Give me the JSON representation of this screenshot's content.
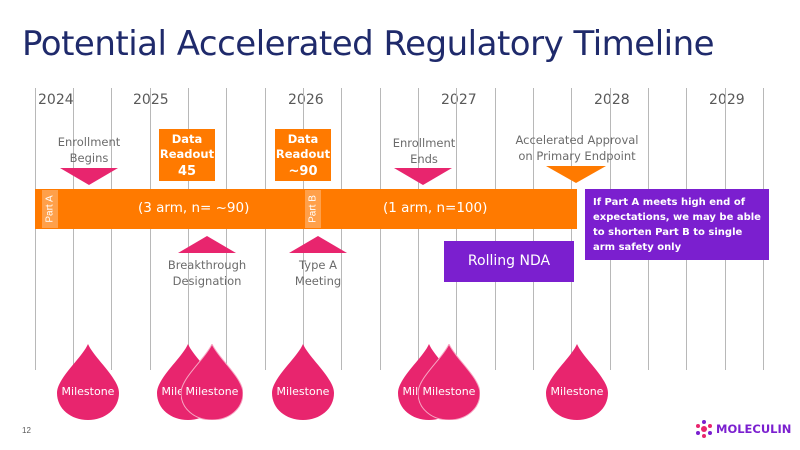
{
  "title": "Potential Accelerated Regulatory Timeline",
  "years": [
    "2024",
    "2025",
    "2026",
    "2027",
    "2028",
    "2029"
  ],
  "events_above": {
    "enrollment_begins": "Enrollment\nBegins",
    "data_readout_45_label": "Data\nReadout",
    "data_readout_45_num": "45",
    "data_readout_90_label": "Data\nReadout",
    "data_readout_90_num": "~90",
    "enrollment_ends": "Enrollment\nEnds",
    "accelerated_approval": "Accelerated Approval\non Primary Endpoint"
  },
  "bar": {
    "part_a": "Part A",
    "part_a_text": "(3 arm, n= ~90)",
    "part_b": "Part B",
    "part_b_text": "(1 arm, n=100)"
  },
  "events_below": {
    "breakthrough": "Breakthrough\nDesignation",
    "type_a": "Type A\nMeeting"
  },
  "note": "If Part A meets high end of expectations, we may be able to shorten Part B to single arm safety only",
  "rolling_nda": "Rolling NDA",
  "milestones": [
    "Milestone",
    "Milestone",
    "Milestone",
    "Milestone",
    "Milestone",
    "Milestone",
    "Milestone"
  ],
  "page_number": "12",
  "logo": "MOLECULIN",
  "colors": {
    "title": "#1f2a6b",
    "orange": "#ff7a00",
    "pink": "#e8256e",
    "purple": "#7b1fcf",
    "gridline": "#b8b8b8"
  }
}
